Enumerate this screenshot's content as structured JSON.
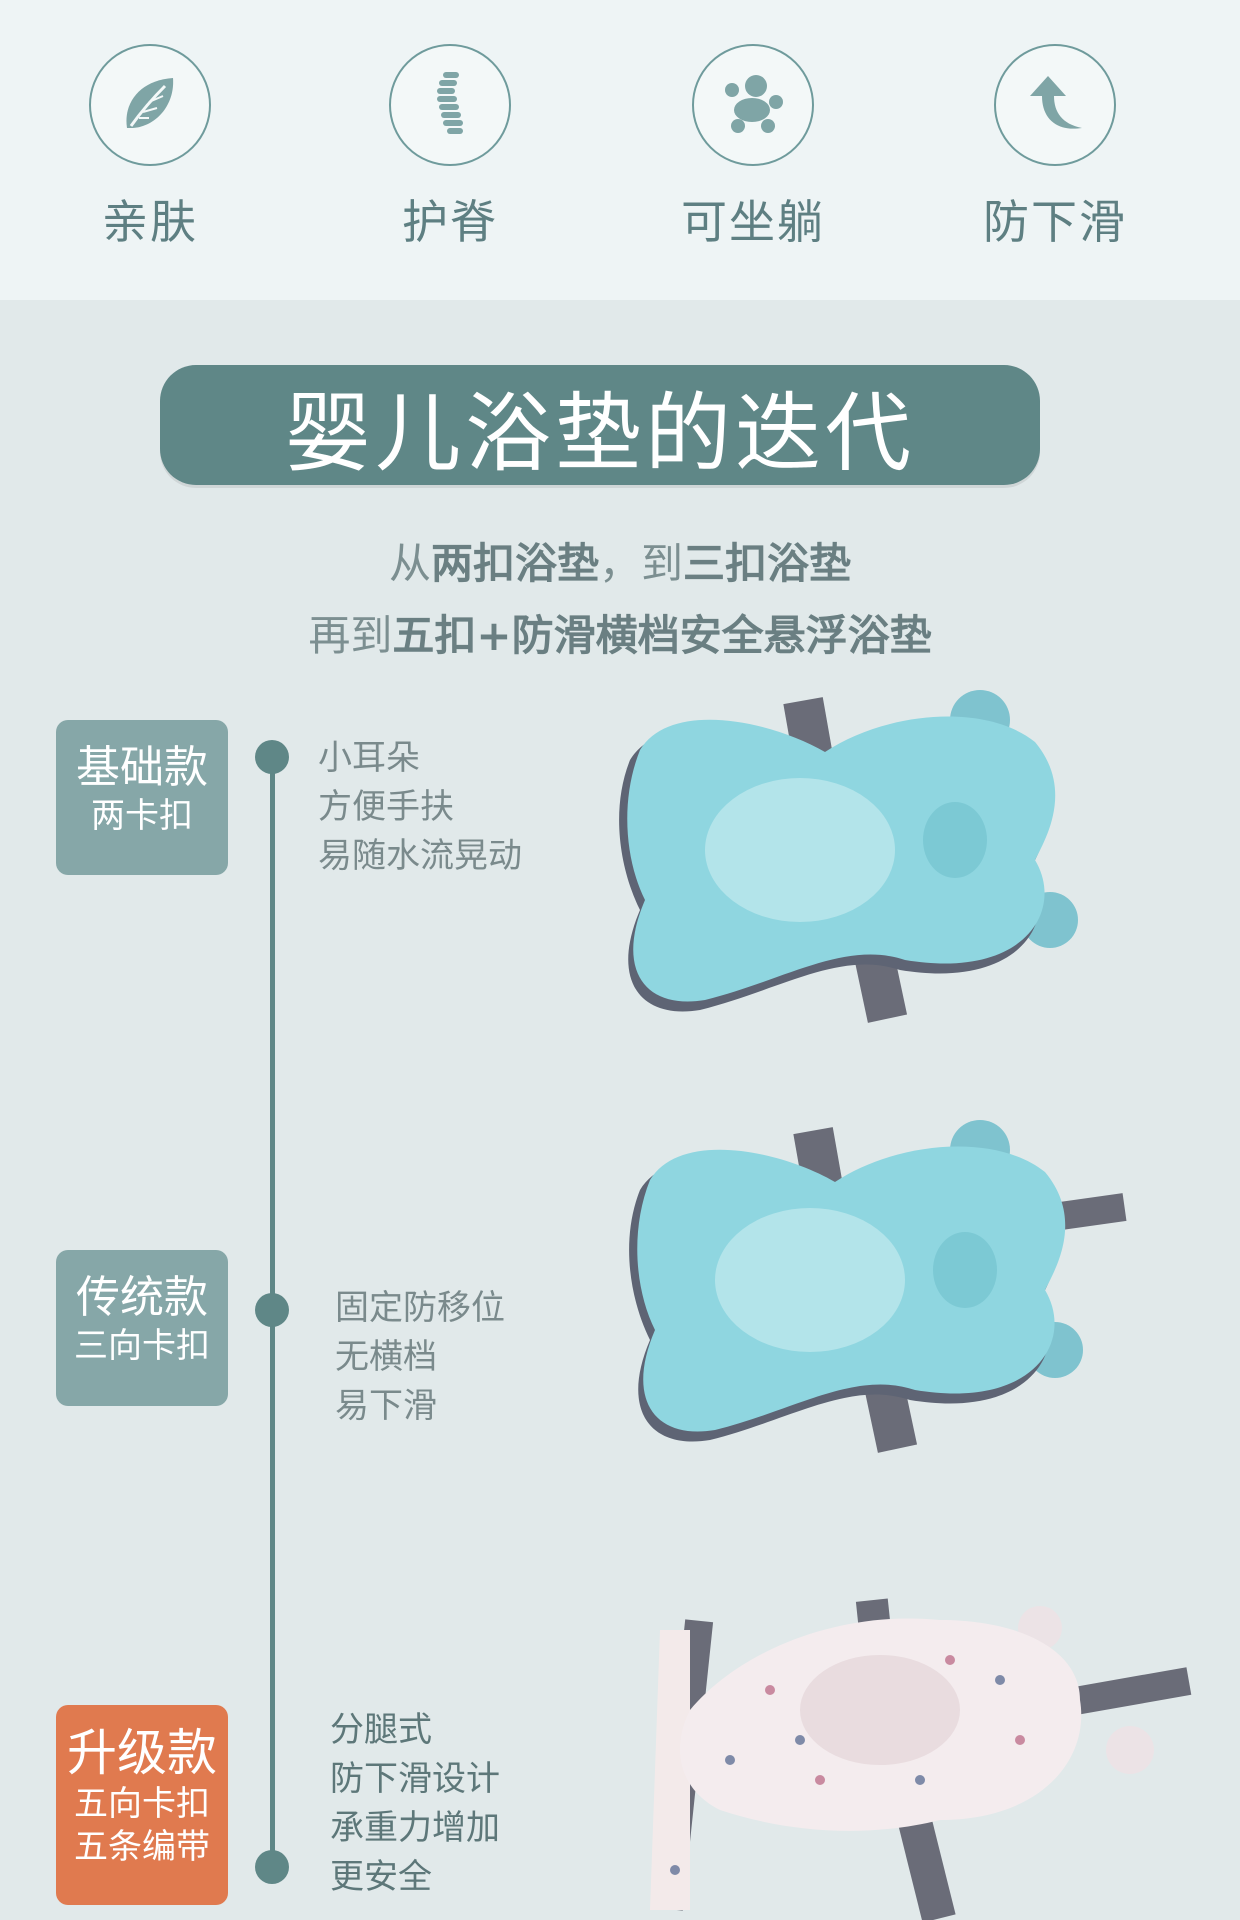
{
  "features": [
    {
      "label": "亲肤",
      "icon": "leaf-icon"
    },
    {
      "label": "护脊",
      "icon": "spine-icon"
    },
    {
      "label": "可坐躺",
      "icon": "baby-sit-lie-icon"
    },
    {
      "label": "防下滑",
      "icon": "anti-slip-arrow-icon"
    }
  ],
  "banner": {
    "title": "婴儿浴垫的迭代"
  },
  "subtitle": {
    "line1": {
      "a": "从",
      "b": "两扣浴垫",
      "c": "，到",
      "d": "三扣浴垫"
    },
    "line2": {
      "a": "再到",
      "b": "五扣+防滑横档安全悬浮浴垫"
    }
  },
  "models": [
    {
      "name": "基础款",
      "sub": "两卡扣",
      "features": [
        "小耳朵",
        "方便手扶",
        "易随水流晃动"
      ]
    },
    {
      "name": "传统款",
      "sub": "三向卡扣",
      "features": [
        "固定防移位",
        "无横档",
        "易下滑"
      ]
    },
    {
      "name": "升级款",
      "sub": "五向卡扣",
      "sub2": "五条编带",
      "features": [
        "分腿式",
        "防下滑设计",
        "承重力增加",
        "更安全"
      ]
    }
  ],
  "colors": {
    "accent": "#5f8787",
    "upgrade": "#e07a4f",
    "cushion": "#8fd6e0",
    "background": "#e1e9ea"
  }
}
